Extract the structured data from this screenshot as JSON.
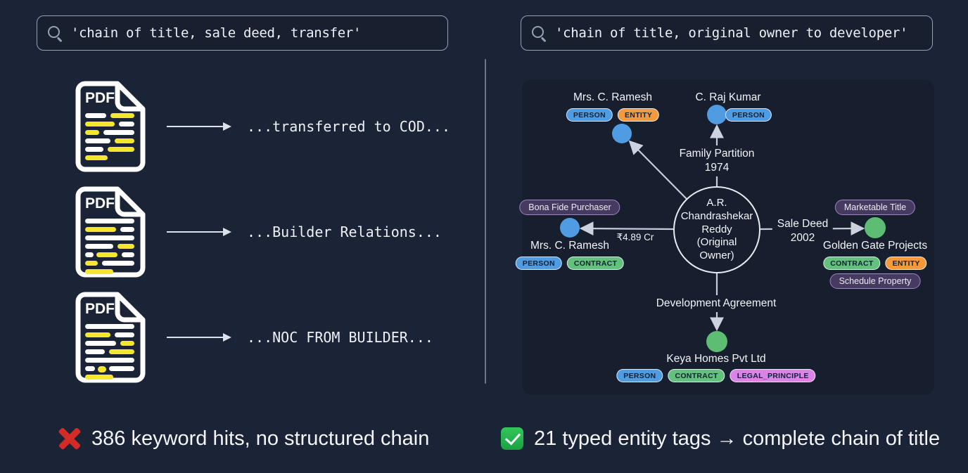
{
  "page": {
    "background": "#1b2336",
    "panel_background": "#171e2e"
  },
  "left_panel": {
    "search": {
      "icon": "search-icon",
      "query": "'chain of title, sale deed, transfer'"
    },
    "documents": [
      {
        "icon": "pdf-file-icon",
        "icon_label": "PDF",
        "snippet": "...transferred to COD..."
      },
      {
        "icon": "pdf-file-icon",
        "icon_label": "PDF",
        "snippet": "...Builder Relations..."
      },
      {
        "icon": "pdf-file-icon",
        "icon_label": "PDF",
        "snippet": "...NOC FROM BUILDER..."
      }
    ],
    "caption": {
      "icon": "red-cross-icon",
      "text": "386 keyword hits, no structured chain"
    }
  },
  "right_panel": {
    "search": {
      "icon": "search-icon",
      "query": "'chain of title, original owner to developer'"
    },
    "graph": {
      "center": {
        "label": "A.R. Chandrashekar Reddy (Original Owner)"
      },
      "nodes": [
        {
          "label": "Mrs. C. Ramesh",
          "color": "#4f9ce2",
          "tags": [
            "PERSON",
            "ENTITY"
          ]
        },
        {
          "label": "C. Raj Kumar",
          "color": "#4f9ce2",
          "tags": [
            "PERSON"
          ]
        },
        {
          "label": "Mrs. C. Ramesh",
          "color": "#4f9ce2",
          "tags": [
            "PERSON",
            "CONTRACT"
          ],
          "properties": [
            "Bona Fide Purchaser"
          ]
        },
        {
          "label": "Golden Gate Projects",
          "color": "#5dbd73",
          "tags": [
            "CONTRACT",
            "ENTITY"
          ],
          "properties": [
            "Marketable Title",
            "Schedule Property"
          ]
        },
        {
          "label": "Keya Homes Pvt Ltd",
          "color": "#5dbd73",
          "tags": [
            "PERSON",
            "CONTRACT",
            "LEGAL_PRINCIPLE"
          ]
        }
      ],
      "edges": [
        {
          "label": "",
          "target": "Mrs. C. Ramesh (top)"
        },
        {
          "label": "Family Partition\n1974",
          "target": "C. Raj Kumar"
        },
        {
          "label": "₹4.89 Cr",
          "target": "Mrs. C. Ramesh (left)"
        },
        {
          "label": "Sale Deed\n2002",
          "target": "Golden Gate Projects"
        },
        {
          "label": "Development Agreement",
          "target": "Keya Homes Pvt Ltd"
        }
      ]
    },
    "caption": {
      "icon": "green-check-icon",
      "text": "21 typed entity tags → complete chain of title"
    }
  },
  "tag_colors": {
    "PERSON": "#4f9ce2",
    "ENTITY": "#f29a3d",
    "CONTRACT": "#63c17c",
    "LEGAL_PRINCIPLE": "#d984e6"
  },
  "accent_colors": {
    "node_blue": "#4f9ce2",
    "node_green": "#5dbd73",
    "property_pill_bg": "#463a61",
    "property_pill_border": "#9b87c2",
    "cross_red": "#d32b26",
    "check_green": "#23b14d",
    "highlight_yellow": "#f5e62e",
    "line_gray": "#c5cbd7"
  }
}
